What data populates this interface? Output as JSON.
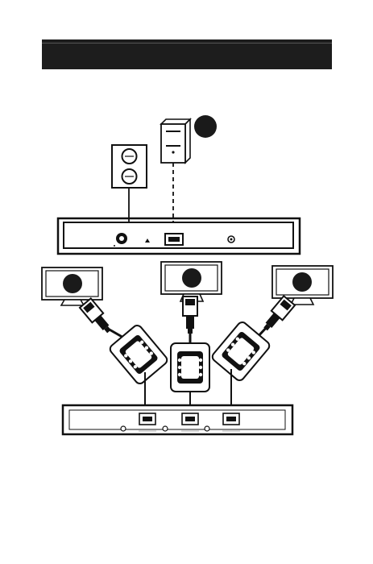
{
  "page": {
    "header_text": ""
  },
  "diagram": {
    "source_device": "computer-tower",
    "power_source": "wall-outlet",
    "hub": "splitter-unit",
    "receiver": "receiver-unit",
    "displays": [
      "monitor",
      "monitor",
      "monitor"
    ],
    "display_cables": [
      "displayport-adapter",
      "displayport-adapter",
      "displayport-adapter"
    ],
    "link_style": {
      "computer_to_hub": "dashed",
      "other": "solid"
    },
    "colors": {
      "line": "#111111",
      "fill": "#ffffff",
      "badge": "#1a1a1a"
    }
  }
}
